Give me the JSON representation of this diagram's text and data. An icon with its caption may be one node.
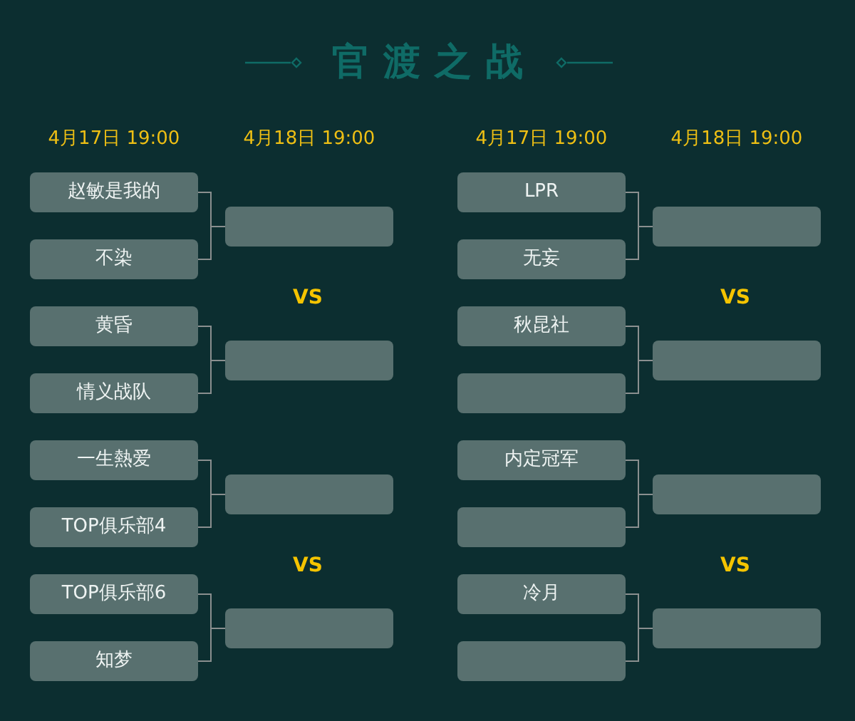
{
  "diagram": {
    "title": "官渡之战",
    "nodes": [
      {
        "text": [
          "赵敏是我的"
        ]
      },
      {
        "text": [
          "不染"
        ]
      },
      {
        "text": [
          "黄昏"
        ]
      },
      {
        "text": [
          "情义战队"
        ]
      },
      {
        "text": [
          "一生熱爱"
        ]
      },
      {
        "text": [
          "TOP俱乐部4"
        ]
      },
      {
        "text": [
          "TOP俱乐部6"
        ]
      },
      {
        "text": [
          "知梦"
        ]
      },
      {
        "text": [],
        "shape": "box"
      },
      {
        "text": [],
        "shape": "box"
      },
      {
        "text": [],
        "shape": "box"
      },
      {
        "text": [],
        "shape": "box"
      },
      {
        "text": [
          "LPR"
        ]
      },
      {
        "text": [
          "无妄"
        ]
      },
      {
        "text": [
          "秋昆社"
        ]
      },
      {
        "text": [],
        "shape": "box"
      },
      {
        "text": [
          "内定冠军"
        ]
      },
      {
        "text": [],
        "shape": "box"
      },
      {
        "text": [
          "冷月"
        ]
      },
      {
        "text": [],
        "shape": "box"
      },
      {
        "text": [],
        "shape": "box"
      },
      {
        "text": [],
        "shape": "box"
      },
      {
        "text": [],
        "shape": "box"
      },
      {
        "text": [],
        "shape": "box"
      }
    ],
    "edges": [
      {
        "from": 0,
        "to": 8,
        "arrow": "none"
      },
      {
        "from": 1,
        "to": 8,
        "arrow": "none"
      },
      {
        "from": 2,
        "to": 9,
        "arrow": "none"
      },
      {
        "from": 3,
        "to": 9,
        "arrow": "none"
      },
      {
        "from": 4,
        "to": 10,
        "arrow": "none"
      },
      {
        "from": 5,
        "to": 10,
        "arrow": "none"
      },
      {
        "from": 6,
        "to": 11,
        "arrow": "none"
      },
      {
        "from": 7,
        "to": 11,
        "arrow": "none"
      },
      {
        "from": 12,
        "to": 20,
        "arrow": "none"
      },
      {
        "from": 13,
        "to": 20,
        "arrow": "none"
      },
      {
        "from": 14,
        "to": 21,
        "arrow": "none"
      },
      {
        "from": 15,
        "to": 21,
        "arrow": "none"
      },
      {
        "from": 16,
        "to": 22,
        "arrow": "none"
      },
      {
        "from": 17,
        "to": 22,
        "arrow": "none"
      },
      {
        "from": 18,
        "to": 23,
        "arrow": "none"
      },
      {
        "from": 19,
        "to": 23,
        "arrow": "none"
      }
    ],
    "labels": [
      "4月17日 19:00",
      "4月18日 19:00",
      "4月17日 19:00",
      "4月18日 19:00",
      "VS",
      "VS",
      "VS",
      "VS"
    ]
  }
}
